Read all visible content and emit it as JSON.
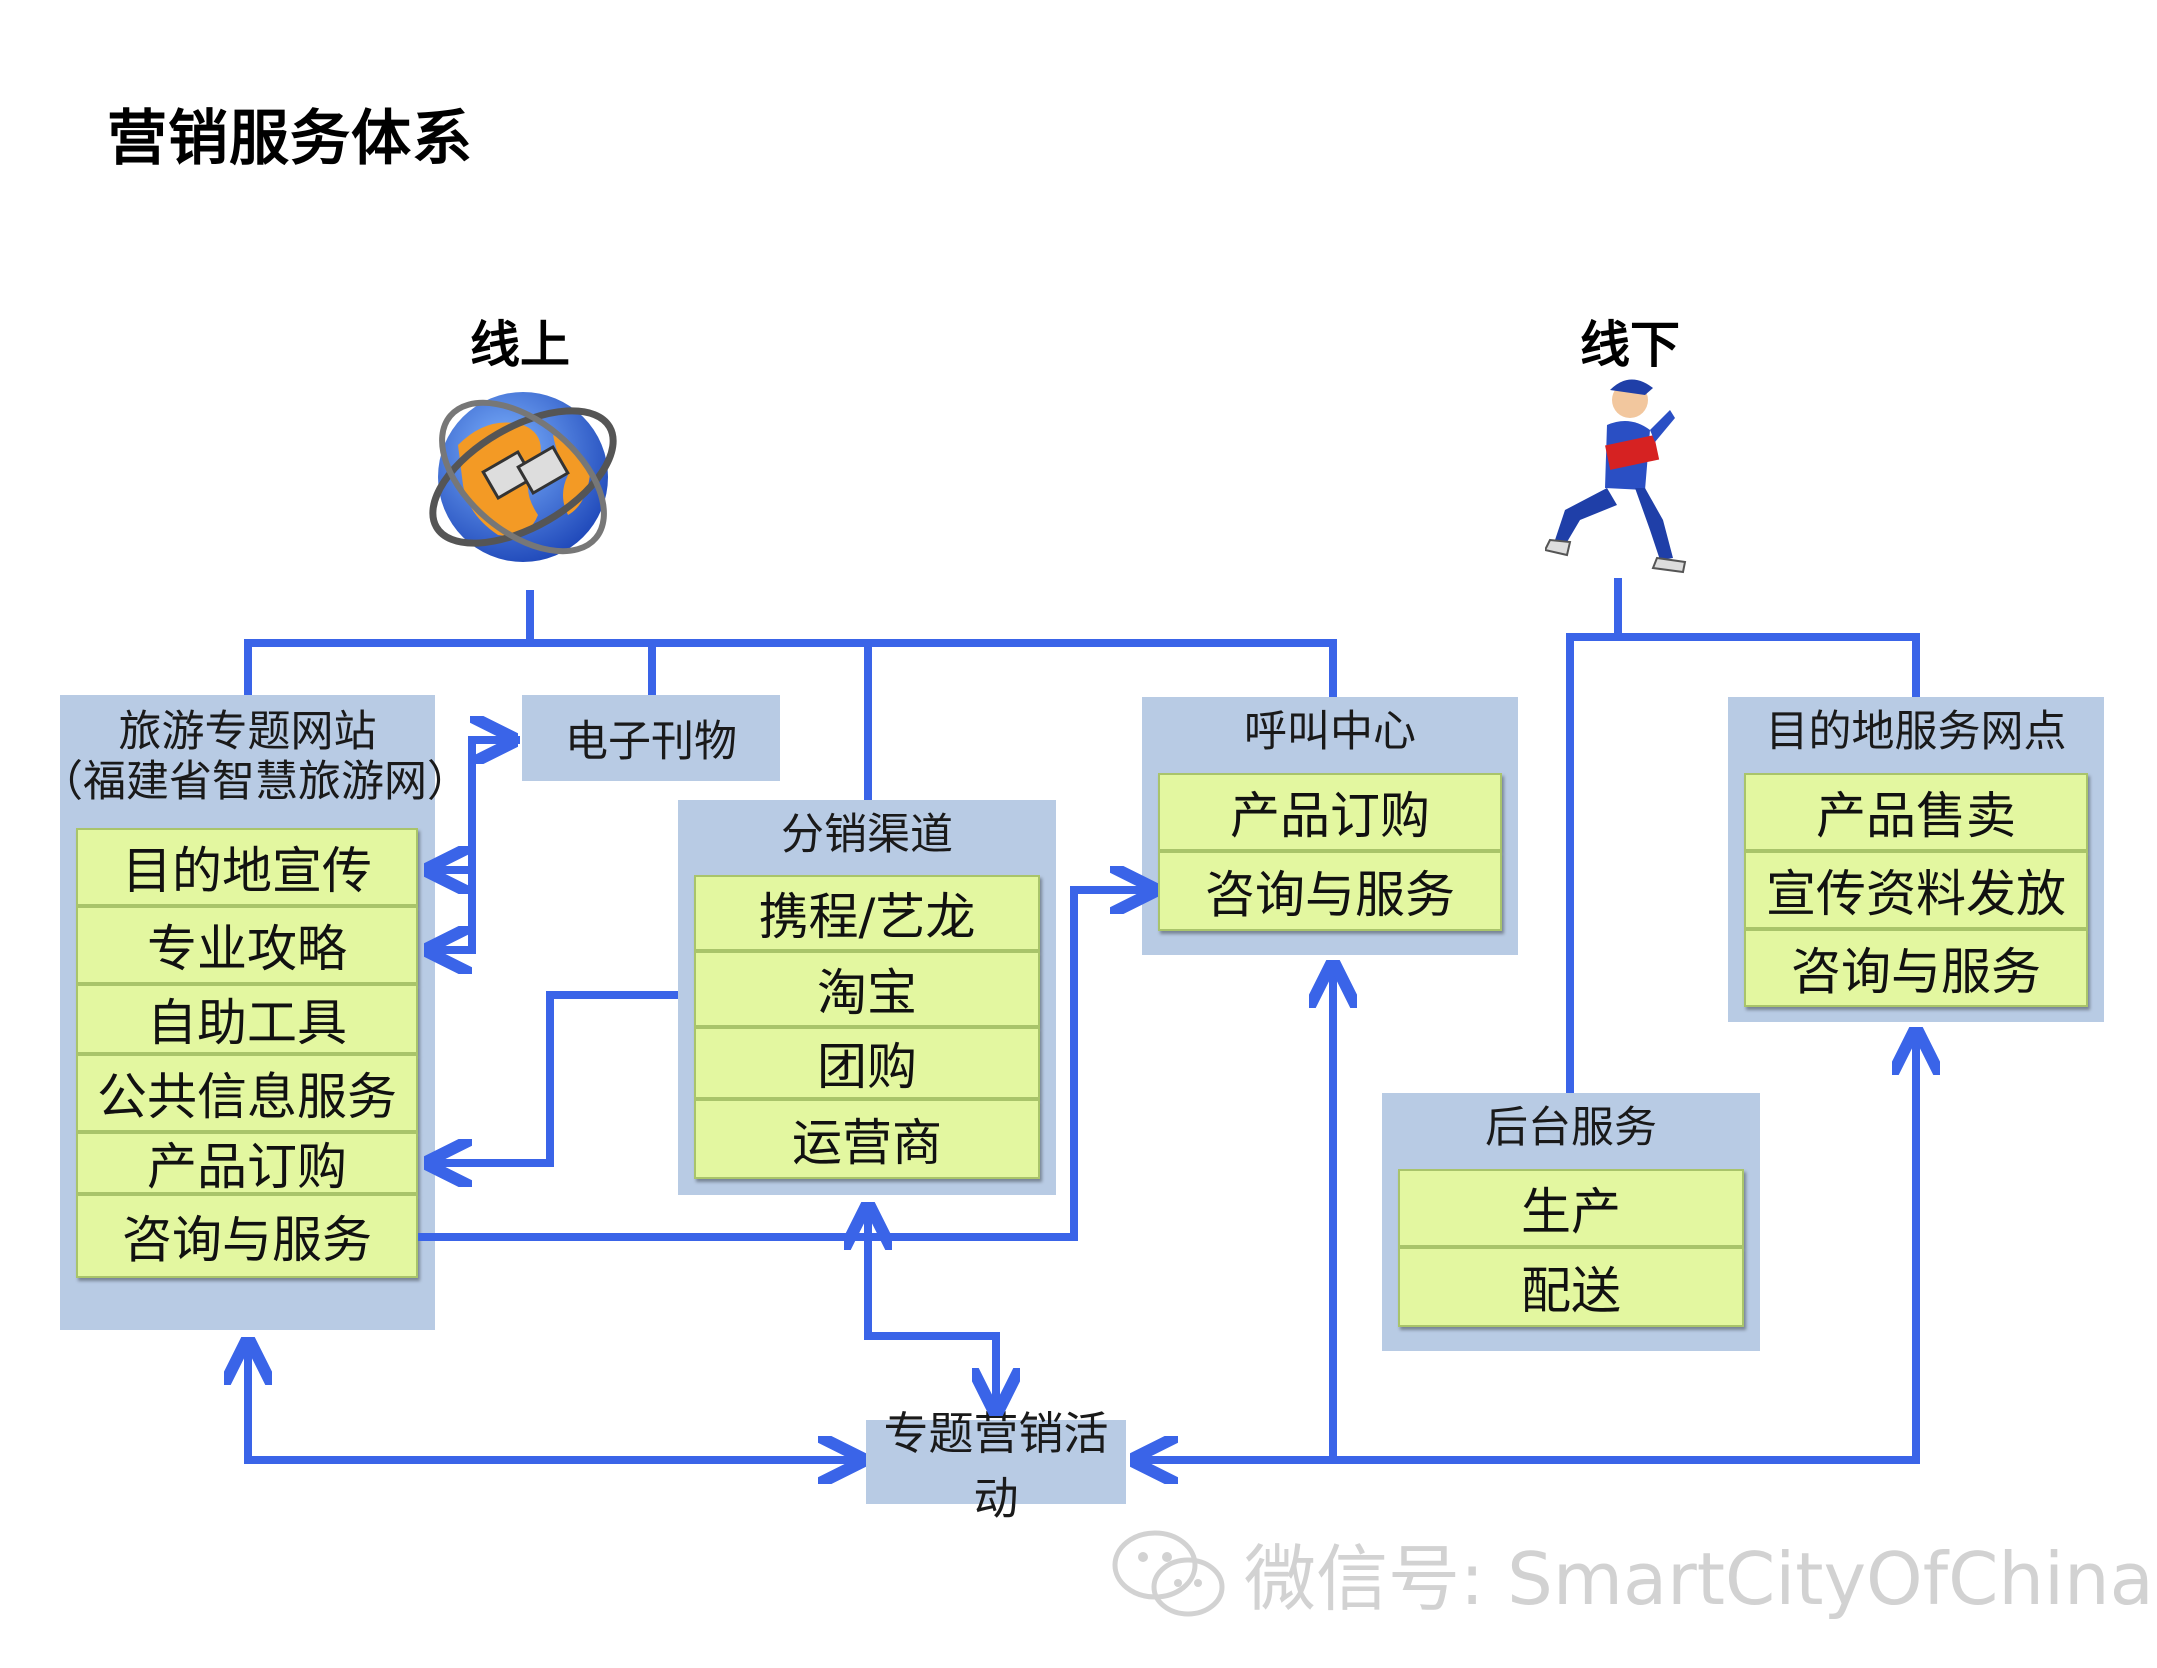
{
  "title": "营销服务体系",
  "sections": {
    "online": "线上",
    "offline": "线下"
  },
  "tourism_site": {
    "title_line1": "旅游专题网站",
    "title_line2": "（福建省智慧旅游网）",
    "items": [
      "目的地宣传",
      "专业攻略",
      "自助工具",
      "公共信息服务",
      "产品订购",
      "咨询与服务"
    ]
  },
  "e_magazine": "电子刊物",
  "distribution": {
    "title": "分销渠道",
    "items": [
      "携程/艺龙",
      "淘宝",
      "团购",
      "运营商"
    ]
  },
  "call_center": {
    "title": "呼叫中心",
    "items": [
      "产品订购",
      "咨询与服务"
    ]
  },
  "destination_points": {
    "title": "目的地服务网点",
    "items": [
      "产品售卖",
      "宣传资料发放",
      "咨询与服务"
    ]
  },
  "backend": {
    "title": "后台服务",
    "items": [
      "生产",
      "配送"
    ]
  },
  "campaign": "专题营销活动",
  "watermark": "微信号: SmartCityOfChina",
  "colors": {
    "connector": "#3a64e8",
    "panel": "#b8cbe4",
    "item": "#e3f7a0"
  },
  "icons": [
    "globe-plug-icon",
    "running-courier-icon",
    "wechat-icon"
  ]
}
